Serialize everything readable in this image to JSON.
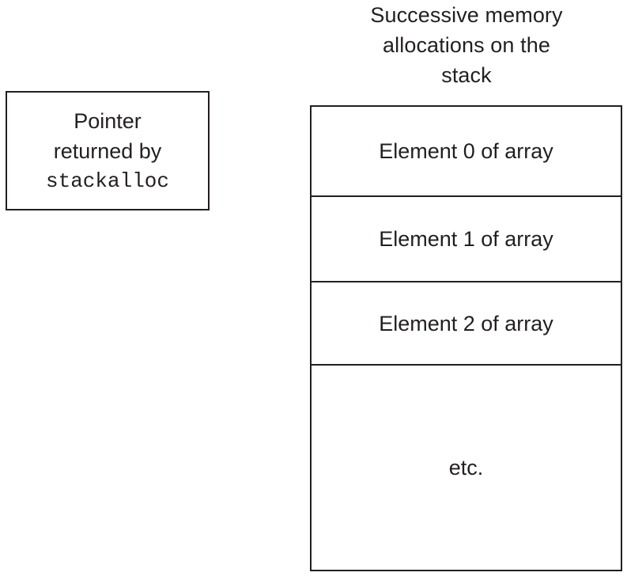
{
  "diagram": {
    "stack_title": {
      "lines": [
        "Successive memory",
        "allocations on the",
        "stack"
      ]
    },
    "pointer_box": {
      "line1": "Pointer",
      "line2": "returned by",
      "line3_code": "stackalloc"
    },
    "stack_cells": [
      {
        "label": "Element 0 of array"
      },
      {
        "label": "Element 1 of array"
      },
      {
        "label": "Element 2 of array"
      },
      {
        "label": "etc."
      }
    ],
    "colors": {
      "stroke": "#231f20",
      "text": "#231f20",
      "background": "#ffffff"
    }
  }
}
